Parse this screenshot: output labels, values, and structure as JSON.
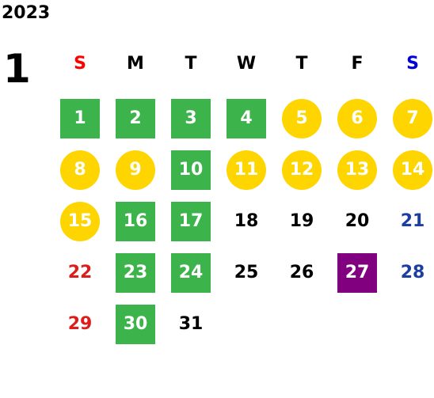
{
  "calendar": {
    "year": "2023",
    "month": "1",
    "colors": {
      "green": "#3cb44b",
      "yellow": "#ffd500",
      "purple": "#800080",
      "red": "#dd1c1c",
      "blue": "#1c3ea0",
      "black": "#000000",
      "white": "#ffffff",
      "sun_header": "#ff0000",
      "sat_header": "#0000dd"
    },
    "weekdays": [
      "S",
      "M",
      "T",
      "W",
      "T",
      "F",
      "S"
    ],
    "days": [
      {
        "num": "1",
        "style": "green"
      },
      {
        "num": "2",
        "style": "green"
      },
      {
        "num": "3",
        "style": "green"
      },
      {
        "num": "4",
        "style": "green"
      },
      {
        "num": "5",
        "style": "yellow"
      },
      {
        "num": "6",
        "style": "yellow"
      },
      {
        "num": "7",
        "style": "yellow"
      },
      {
        "num": "8",
        "style": "yellow"
      },
      {
        "num": "9",
        "style": "yellow"
      },
      {
        "num": "10",
        "style": "green"
      },
      {
        "num": "11",
        "style": "yellow"
      },
      {
        "num": "12",
        "style": "yellow"
      },
      {
        "num": "13",
        "style": "yellow"
      },
      {
        "num": "14",
        "style": "yellow"
      },
      {
        "num": "15",
        "style": "yellow"
      },
      {
        "num": "16",
        "style": "green"
      },
      {
        "num": "17",
        "style": "green"
      },
      {
        "num": "18",
        "style": "plain"
      },
      {
        "num": "19",
        "style": "plain"
      },
      {
        "num": "20",
        "style": "plain"
      },
      {
        "num": "21",
        "style": "plain"
      },
      {
        "num": "22",
        "style": "plain"
      },
      {
        "num": "23",
        "style": "green"
      },
      {
        "num": "24",
        "style": "green"
      },
      {
        "num": "25",
        "style": "plain"
      },
      {
        "num": "26",
        "style": "plain"
      },
      {
        "num": "27",
        "style": "purple"
      },
      {
        "num": "28",
        "style": "plain"
      },
      {
        "num": "29",
        "style": "plain"
      },
      {
        "num": "30",
        "style": "green"
      },
      {
        "num": "31",
        "style": "plain"
      }
    ]
  }
}
